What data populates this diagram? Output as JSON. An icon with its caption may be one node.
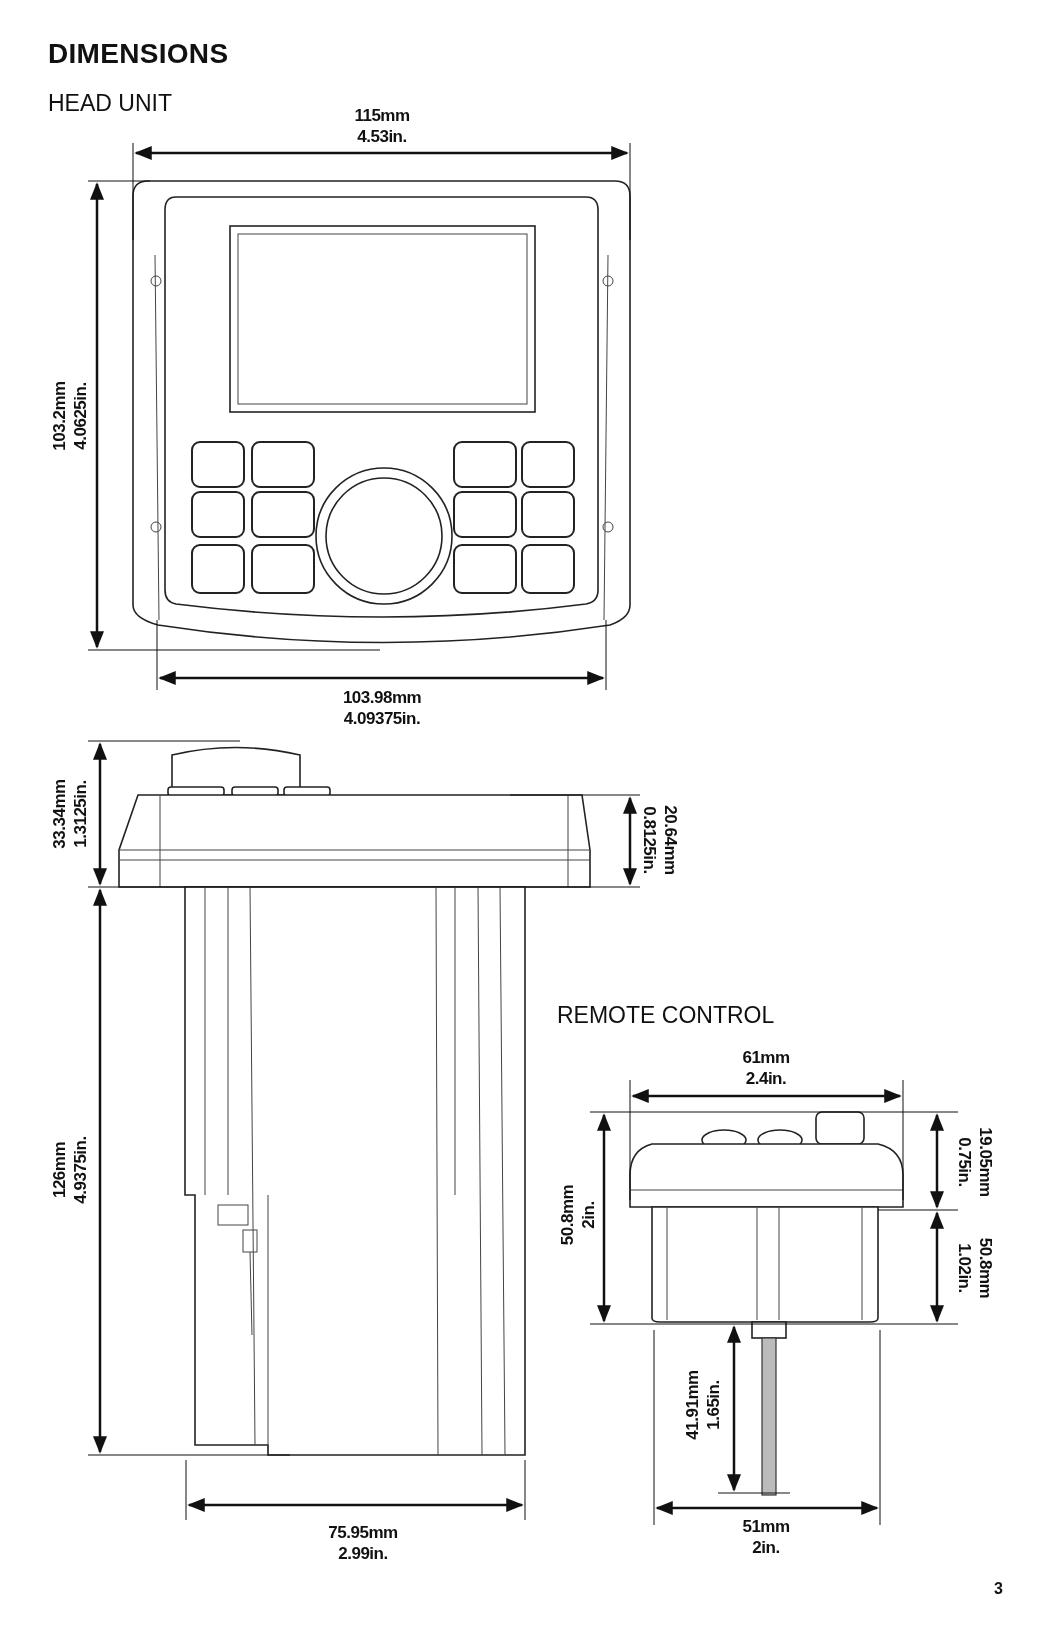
{
  "diagram": {
    "title": "DIMENSIONS",
    "labels": [
      "HEAD UNIT",
      "115mm 4.53in.",
      "103.2mm 4.0625in.",
      "103.98mm 4.09375in.",
      "33.34mm 1.3125in.",
      "20.64mm 0.8125in.",
      "126mm 4.9375in.",
      "REMOTE CONTROL",
      "61mm 2.4in.",
      "19.05mm 0.75in.",
      "50.8mm 2in.",
      "50.8mm 1.02in.",
      "41.91mm 1.65in.",
      "75.95mm 2.99in.",
      "51mm 2in.",
      "3"
    ]
  }
}
